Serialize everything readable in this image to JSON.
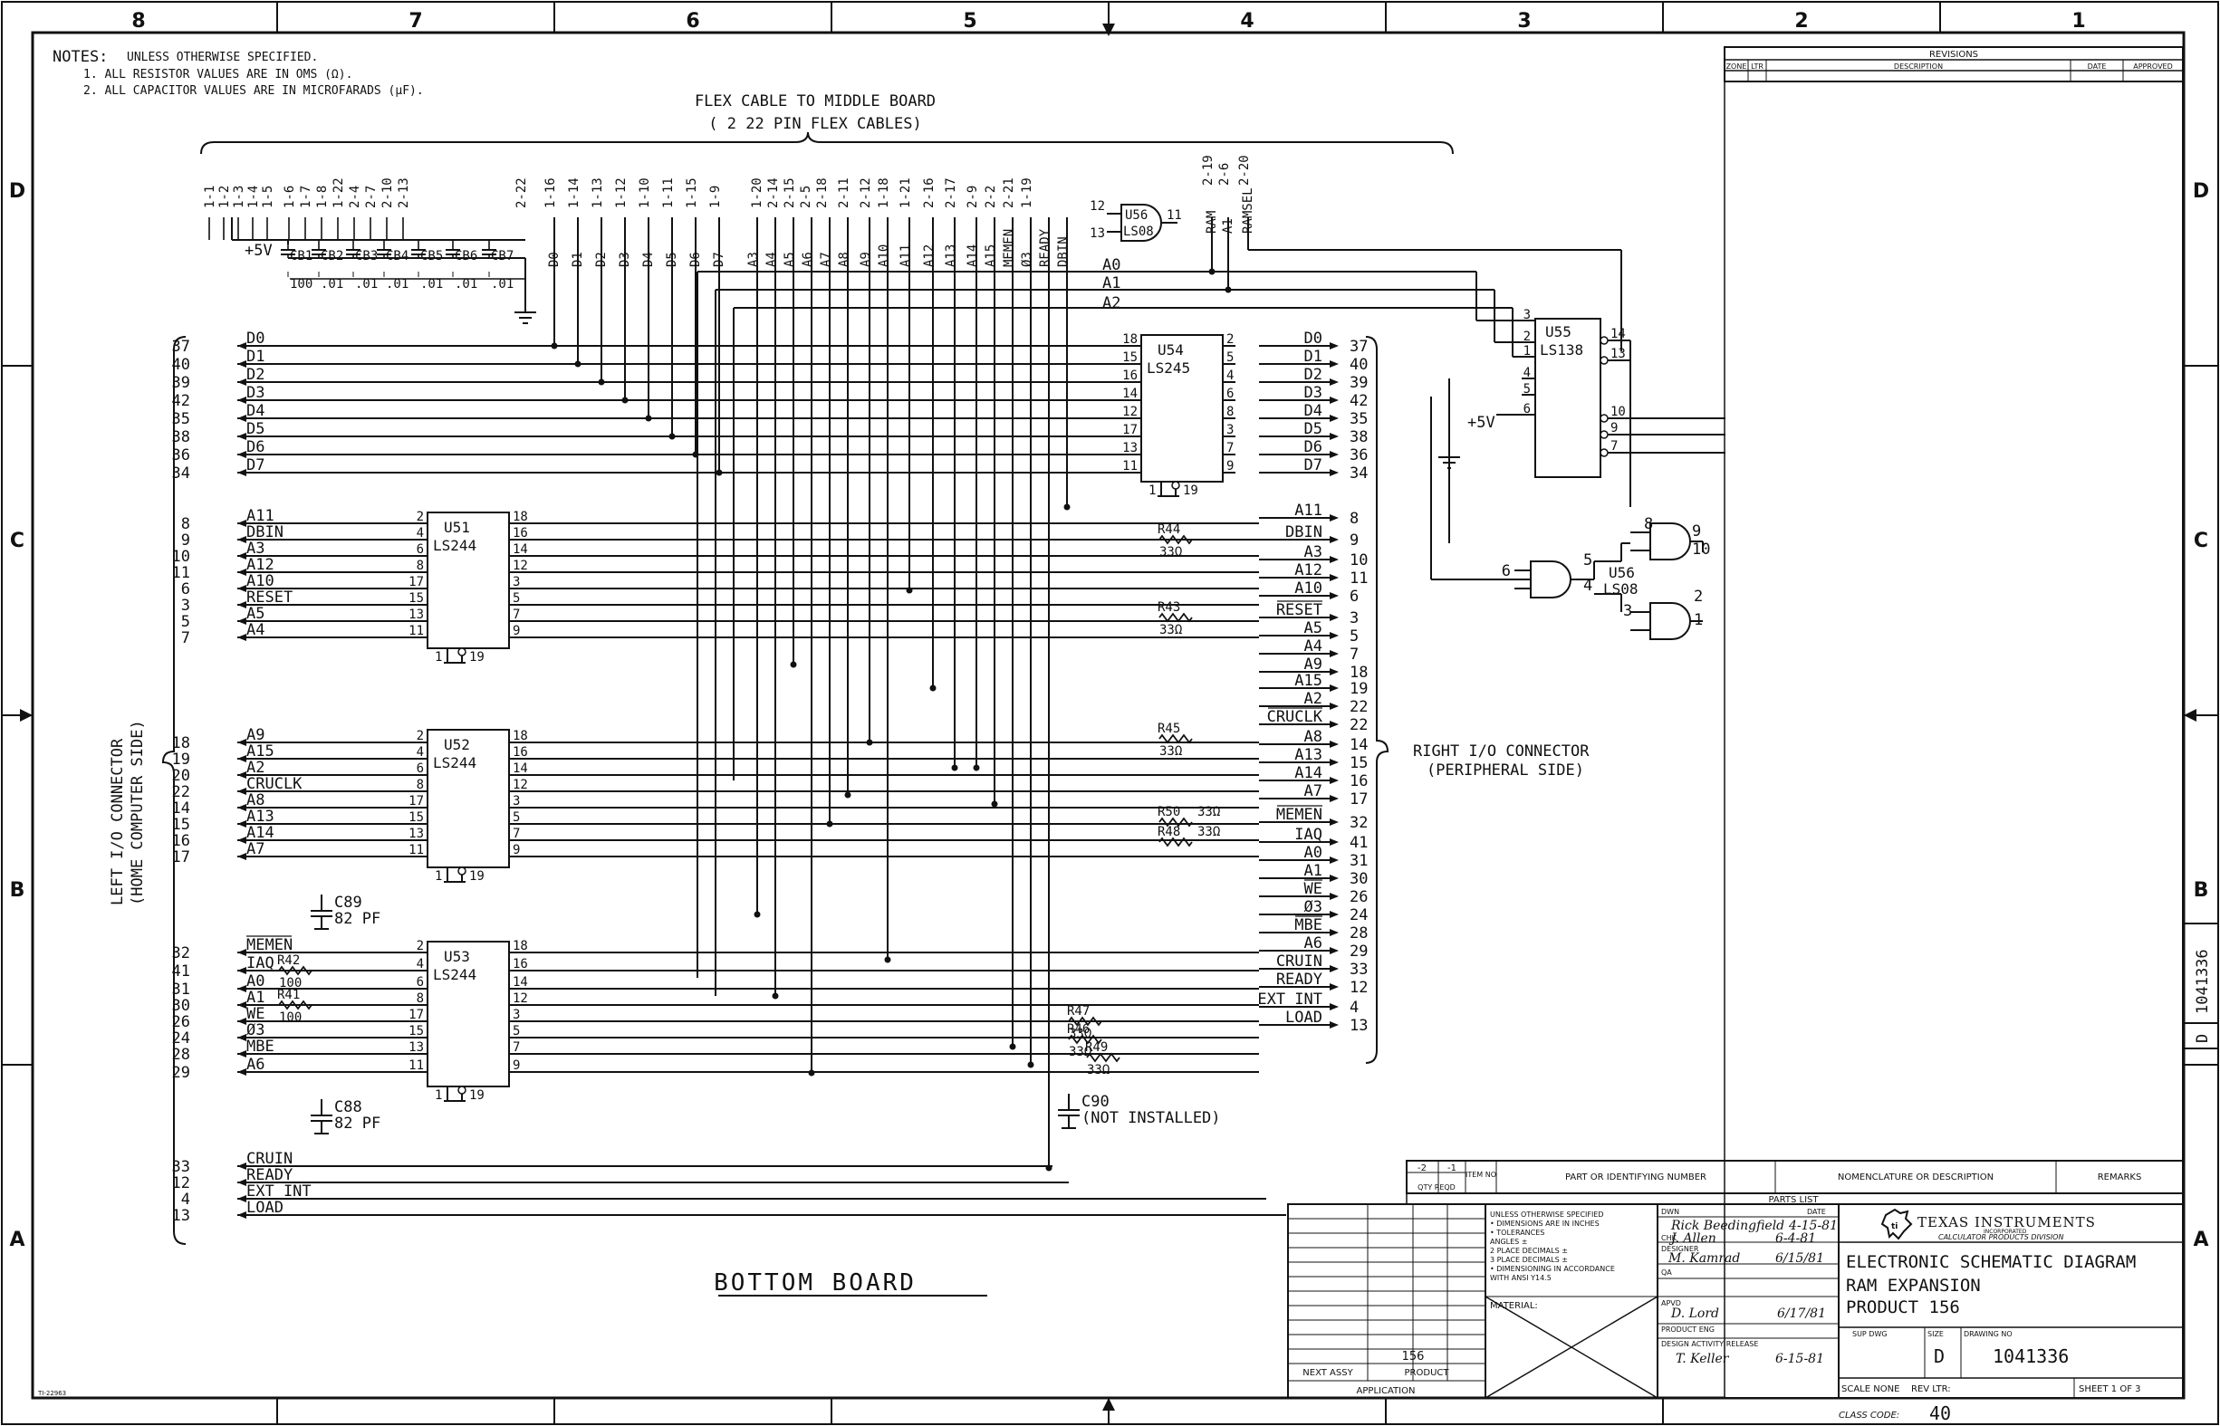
{
  "zones": {
    "columns": [
      "8",
      "7",
      "6",
      "5",
      "4",
      "3",
      "2",
      "1"
    ],
    "rows": [
      "D",
      "C",
      "B",
      "A"
    ]
  },
  "notes": {
    "heading": "NOTES:",
    "line0": "UNLESS OTHERWISE SPECIFIED.",
    "line1": "1. ALL RESISTOR VALUES ARE IN OMS (Ω).",
    "line2": "2. ALL CAPACITOR VALUES ARE IN MICROFARADS (µF)."
  },
  "flex": {
    "title": "FLEX CABLE TO MIDDLE BOARD",
    "subtitle": "( 2 22 PIN FLEX CABLES)",
    "plus5v": "+5V",
    "pins_power": [
      "1-1",
      "1-2",
      "1-3",
      "1-4",
      "1-5",
      "1-6",
      "1-7",
      "1-8",
      "1-22",
      "2-4",
      "2-7",
      "2-10",
      "2-13"
    ],
    "pins_data": [
      "2-22",
      "1-16",
      "1-14",
      "1-13",
      "1-12",
      "1-10",
      "1-11",
      "1-15",
      "1-9"
    ],
    "pins_addr": [
      "1-20",
      "2-14",
      "2-15",
      "2-5",
      "2-18",
      "2-11",
      "2-12",
      "1-18",
      "1-21",
      "2-16",
      "2-17",
      "2-9",
      "2-2",
      "2-21",
      "1-19"
    ],
    "pins_sel": [
      "2-19",
      "2-6",
      "2-20"
    ]
  },
  "caps_top": {
    "names": [
      "CB1",
      "CB2",
      "CB3",
      "CB4",
      "CB5",
      "CB6",
      "CB7"
    ],
    "values": [
      "100",
      ".01",
      ".01",
      ".01",
      ".01",
      ".01",
      ".01"
    ]
  },
  "signals": {
    "data": [
      "D0",
      "D1",
      "D2",
      "D3",
      "D4",
      "D5",
      "D6",
      "D7"
    ],
    "addr_top": [
      "A3",
      "A4",
      "A5",
      "A6",
      "A7",
      "A8",
      "A9",
      "A10",
      "A11",
      "A12",
      "A13",
      "A14",
      "A15",
      "MEMEN",
      "Ø3",
      "READY",
      "DBIN"
    ],
    "sel_top": [
      "RAM",
      "A1",
      "RAMSEL"
    ],
    "a_bus": [
      "A0",
      "A1",
      "A2"
    ]
  },
  "left_connector": {
    "label": "LEFT I/O CONNECTOR",
    "sublabel": "(HOME COMPUTER SIDE)",
    "data_pins": [
      "37",
      "40",
      "39",
      "42",
      "35",
      "38",
      "36",
      "34"
    ],
    "u51": {
      "pins": [
        "8",
        "9",
        "10",
        "11",
        "6",
        "3",
        "5",
        "7"
      ],
      "names": [
        "A11",
        "DBIN",
        "A3",
        "A12",
        "A10",
        "RESET",
        "A5",
        "A4"
      ]
    },
    "u52": {
      "pins": [
        "18",
        "19",
        "20",
        "22",
        "14",
        "15",
        "16",
        "17"
      ],
      "names": [
        "A9",
        "A15",
        "A2",
        "CRUCLK",
        "A8",
        "A13",
        "A14",
        "A7"
      ]
    },
    "u53": {
      "pins": [
        "32",
        "41",
        "31",
        "30",
        "26",
        "24",
        "28",
        "29"
      ],
      "names": [
        "MEMEN",
        "IAQ",
        "A0",
        "A1",
        "WE",
        "Ø3",
        "MBE",
        "A6"
      ]
    },
    "bottom": {
      "pins": [
        "33",
        "12",
        "4",
        "13"
      ],
      "names": [
        "CRUIN",
        "READY",
        "EXT INT",
        "LOAD"
      ]
    }
  },
  "right_connector": {
    "label": "RIGHT I/O CONNECTOR",
    "sublabel": "(PERIPHERAL SIDE)",
    "names": [
      "D0",
      "D1",
      "D2",
      "D3",
      "D4",
      "D5",
      "D6",
      "D7",
      "A11",
      "DBIN",
      "A3",
      "A12",
      "A10",
      "RESET",
      "A5",
      "A4",
      "A9",
      "A15",
      "A2",
      "CRUCLK",
      "A8",
      "A13",
      "A14",
      "A7",
      "MEMEN",
      "IAQ",
      "A0",
      "A1",
      "WE",
      "Ø3",
      "MBE",
      "A6",
      "CRUIN",
      "READY",
      "EXT INT",
      "LOAD"
    ],
    "pins": [
      "37",
      "40",
      "39",
      "42",
      "35",
      "38",
      "36",
      "34",
      "8",
      "9",
      "10",
      "11",
      "6",
      "3",
      "5",
      "7",
      "18",
      "19",
      "22",
      "22",
      "14",
      "15",
      "16",
      "17",
      "32",
      "41",
      "31",
      "30",
      "26",
      "24",
      "28",
      "29",
      "33",
      "12",
      "4",
      "13"
    ]
  },
  "chips": {
    "u51": {
      "ref": "U51",
      "type": "LS244",
      "in_pins": [
        "2",
        "4",
        "6",
        "8",
        "17",
        "15",
        "13",
        "11"
      ],
      "out_pins": [
        "18",
        "16",
        "14",
        "12",
        "3",
        "5",
        "7",
        "9"
      ],
      "enable": [
        "1",
        "19"
      ]
    },
    "u52": {
      "ref": "U52",
      "type": "LS244",
      "in_pins": [
        "2",
        "4",
        "6",
        "8",
        "17",
        "15",
        "13",
        "11"
      ],
      "out_pins": [
        "18",
        "16",
        "14",
        "12",
        "3",
        "5",
        "7",
        "9"
      ],
      "enable": [
        "1",
        "19"
      ]
    },
    "u53": {
      "ref": "U53",
      "type": "LS244",
      "in_pins": [
        "2",
        "4",
        "6",
        "8",
        "17",
        "15",
        "13",
        "11"
      ],
      "out_pins": [
        "18",
        "16",
        "14",
        "12",
        "3",
        "5",
        "7",
        "9"
      ],
      "enable": [
        "1",
        "19"
      ]
    },
    "u54": {
      "ref": "U54",
      "type": "LS245",
      "in_pins": [
        "18",
        "15",
        "16",
        "14",
        "12",
        "17",
        "13",
        "11"
      ],
      "out_pins": [
        "2",
        "5",
        "4",
        "6",
        "8",
        "3",
        "7",
        "9"
      ],
      "enable": [
        "1",
        "19"
      ]
    },
    "u55": {
      "ref": "U55",
      "type": "LS138",
      "in_pins": [
        "3",
        "2",
        "1",
        "4",
        "5",
        "6"
      ],
      "out_pins": [
        "14",
        "13",
        "10",
        "9",
        "7"
      ],
      "plus5v": "+5V"
    },
    "u56a": {
      "ref": "U56",
      "type": "LS08",
      "pins": [
        "12",
        "13",
        "11"
      ]
    },
    "u56b": {
      "ref": "U56",
      "type": "LS08",
      "pins": [
        "8",
        "9",
        "10",
        "6",
        "5",
        "4",
        "3",
        "2",
        "1"
      ]
    }
  },
  "resistors": [
    {
      "ref": "R44",
      "value": "33Ω"
    },
    {
      "ref": "R43",
      "value": "33Ω"
    },
    {
      "ref": "R45",
      "value": "33Ω"
    },
    {
      "ref": "R50",
      "value": "33Ω"
    },
    {
      "ref": "R48",
      "value": "33Ω"
    },
    {
      "ref": "R42",
      "value": "100"
    },
    {
      "ref": "R41",
      "value": "100"
    },
    {
      "ref": "R47",
      "value": "33Ω"
    },
    {
      "ref": "R46",
      "value": "33Ω"
    },
    {
      "ref": "R49",
      "value": "33Ω"
    }
  ],
  "capacitors": [
    {
      "ref": "C89",
      "value": "82 PF"
    },
    {
      "ref": "C88",
      "value": "82 PF"
    },
    {
      "ref": "C90",
      "value": "(NOT INSTALLED)"
    }
  ],
  "board_label": "BOTTOM BOARD",
  "revisions": {
    "title": "REVISIONS",
    "cols": [
      "ZONE",
      "LTR",
      "DESCRIPTION",
      "DATE",
      "APPROVED"
    ]
  },
  "parts_list": {
    "cols": [
      "-2",
      "-1",
      "ITEM NO",
      "PART OR IDENTIFYING NUMBER",
      "NOMENCLATURE OR DESCRIPTION",
      "REMARKS"
    ],
    "qty": "QTY REQD",
    "title": "PARTS LIST"
  },
  "title_block": {
    "tolerances": [
      "UNLESS OTHERWISE SPECIFIED",
      "• DIMENSIONS ARE IN INCHES",
      "• TOLERANCES",
      "ANGLES ±",
      "2 PLACE DECIMALS ±",
      "3 PLACE DECIMALS ±",
      "• DIMENSIONING IN ACCORDANCE",
      "WITH ANSI Y14.5"
    ],
    "material": "MATERIAL:",
    "next_assy": "NEXT ASSY",
    "product": "PRODUCT",
    "product_no": "156",
    "application": "APPLICATION",
    "dwn_label": "DWN",
    "date_label": "DATE",
    "chk_label": "CHK",
    "designer_label": "DESIGNER",
    "qa_label": "QA",
    "apvd_label": "APVD",
    "prod_eng_label": "PRODUCT ENG",
    "release_label": "DESIGN ACTIVITY RELEASE",
    "sig_dwn": "Rick Beedingfield",
    "date_dwn": "4-15-81",
    "sig_chk": "J. Allen",
    "date_chk": "6-4-81",
    "sig_designer": "M. Kamrad",
    "date_designer": "6/15/81",
    "sig_apvd": "D. Lord",
    "date_apvd": "6/17/81",
    "sig_release": "T. Keller",
    "date_release": "6-15-81",
    "company": "TEXAS INSTRUMENTS",
    "company_sub1": "INCORPORATED",
    "company_sub2": "CALCULATOR PRODUCTS DIVISION",
    "title1": "ELECTRONIC SCHEMATIC DIAGRAM",
    "title2": "RAM EXPANSION",
    "title3": "PRODUCT 156",
    "sup_dwg": "SUP DWG",
    "size_label": "SIZE",
    "size": "D",
    "drawing_no_label": "DRAWING NO",
    "drawing_no": "1041336",
    "scale": "SCALE NONE",
    "rev_ltr": "REV LTR:",
    "sheet": "SHEET 1 OF 3",
    "class_code": "CLASS CODE:",
    "class_value": "40",
    "side_no": "1041336",
    "side_size": "D"
  },
  "form_no": "TI-22963"
}
